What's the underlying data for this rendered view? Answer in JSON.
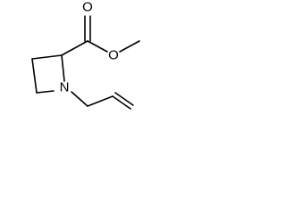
{
  "molecule": {
    "atoms": [
      {
        "id": "O1",
        "label": "O"
      },
      {
        "id": "O2",
        "label": "O"
      },
      {
        "id": "N1",
        "label": "N"
      }
    ]
  },
  "colors": {
    "bond": "#000000",
    "label": "#000000",
    "background": "#ffffff"
  }
}
